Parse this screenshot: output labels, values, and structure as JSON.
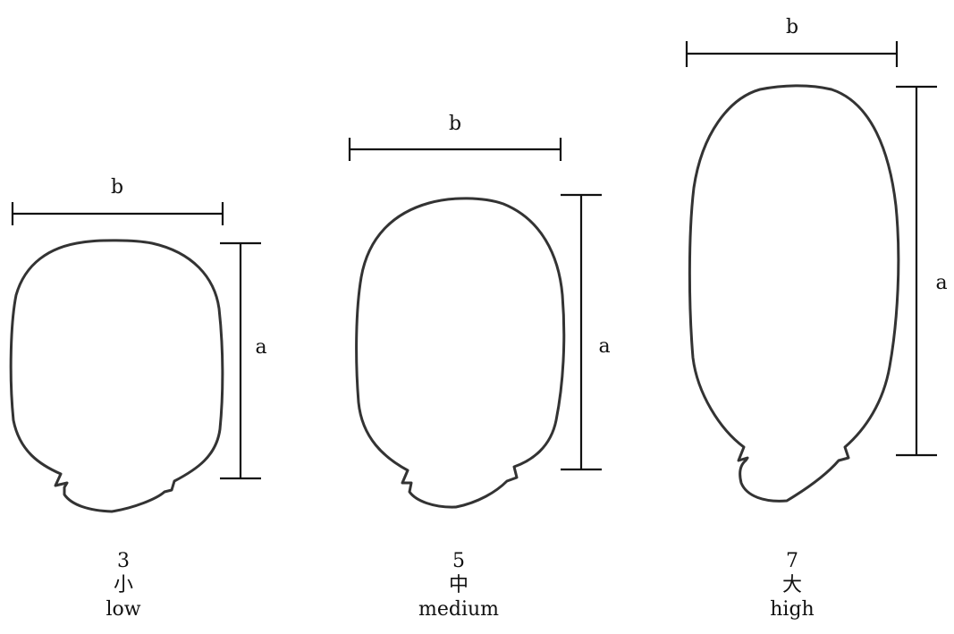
{
  "labels": {
    "width_symbol": "b",
    "length_symbol": "a"
  },
  "grades": [
    {
      "code": "3",
      "kanji": "小",
      "english": "low"
    },
    {
      "code": "5",
      "kanji": "中",
      "english": "medium"
    },
    {
      "code": "7",
      "kanji": "大",
      "english": "high"
    }
  ],
  "colors": {
    "outline": "#333333",
    "measure_lines": "#111111",
    "background": "#ffffff"
  }
}
